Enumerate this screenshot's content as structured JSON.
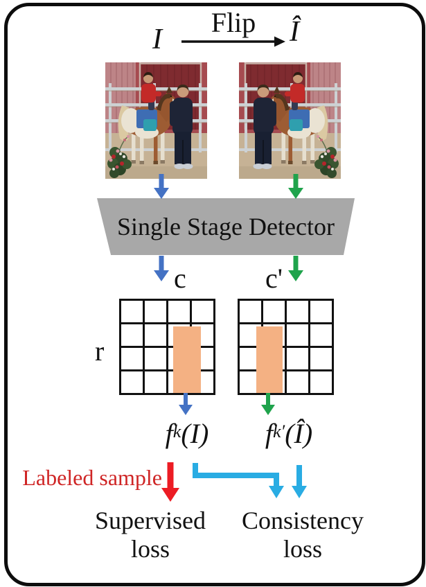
{
  "colors": {
    "blue": "#4472c4",
    "green": "#1fa34c",
    "cyan": "#29ace3",
    "red_arrow": "#ec1c24",
    "red_text": "#cf2525",
    "orange": "#f4b183",
    "detector_gray": "#a8a8a8"
  },
  "header": {
    "input_symbol": "I",
    "flip_label": "Flip",
    "flipped_symbol": "Î"
  },
  "photos": {
    "original_alt": "Photo: child in red riding a pony with a boy standing beside a barn fence",
    "flipped_alt": "Horizontally flipped version of the same photo"
  },
  "detector": {
    "label": "Single Stage Detector"
  },
  "feature_maps": {
    "row_label": "r",
    "col_label_original": "c",
    "col_label_flipped": "c'",
    "grid_rows": 4,
    "grid_cols": 4
  },
  "outputs": {
    "original": {
      "base": "f",
      "sup": "k",
      "arg": "(I)"
    },
    "flipped": {
      "base": "f",
      "sup": "k′",
      "arg": "(Î)"
    }
  },
  "annotations": {
    "labeled_sample": "Labeled sample"
  },
  "losses": {
    "supervised": {
      "line1": "Supervised",
      "line2": "loss"
    },
    "consistency": {
      "line1": "Consistency",
      "line2": "loss"
    }
  }
}
